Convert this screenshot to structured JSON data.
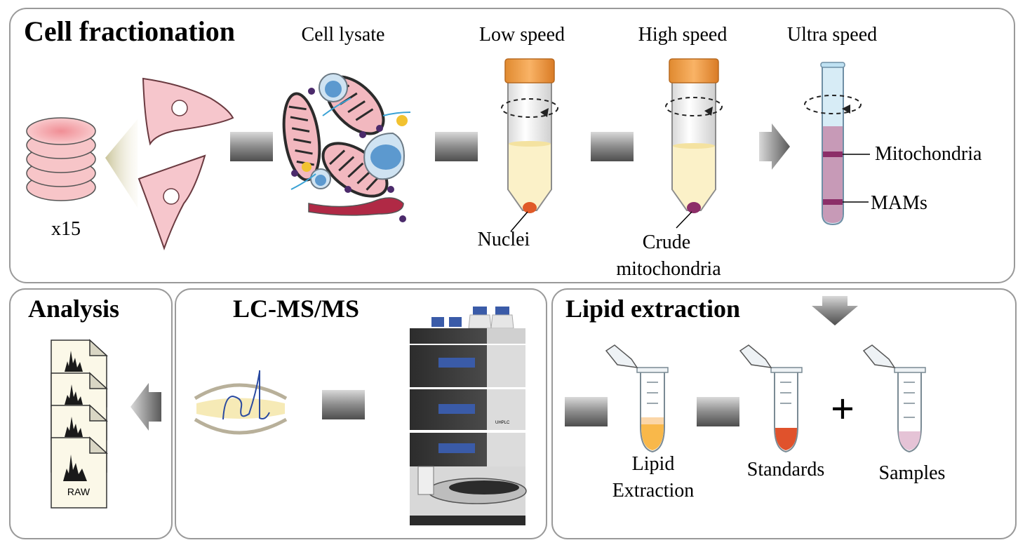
{
  "panels": {
    "cell_fractionation": {
      "title": "Cell fractionation",
      "plate_multiplier": "x15",
      "step_labels": {
        "cell_lysate": "Cell lysate",
        "low_speed": "Low speed",
        "high_speed": "High speed",
        "ultra_speed": "Ultra speed"
      },
      "tube_labels": {
        "nuclei": "Nuclei",
        "crude_line1": "Crude",
        "crude_line2": "mitochondria",
        "mitochondria": "Mitochondria",
        "mams": "MAMs"
      }
    },
    "analysis": {
      "title": "Analysis",
      "file_label": "RAW"
    },
    "lcms": {
      "title": "LC-MS/MS",
      "badge": "UHPLC"
    },
    "lipid_extraction": {
      "title": "Lipid extraction",
      "tube_labels": {
        "lipid_line1": "Lipid",
        "lipid_line2": "Extraction",
        "standards": "Standards",
        "samples": "Samples"
      },
      "plus_sign": "+"
    }
  },
  "colors": {
    "panel_border": "#9a9a9a",
    "orange_cap": "#f5a04a",
    "blue_cap": "#3a5ba8",
    "mito_pink": "#f2b8bf",
    "cell_pink": "#f6c6cc",
    "ultra_tube": "#c79ab7",
    "band_purple": "#8c2e68",
    "sample_pink": "#e5c3d6",
    "standard_red": "#e0522c",
    "extract_orange": "#f9b84a"
  },
  "icons": {
    "arrow": "gradient-block-arrow",
    "rotation": "dashed-rotation-arrow"
  }
}
